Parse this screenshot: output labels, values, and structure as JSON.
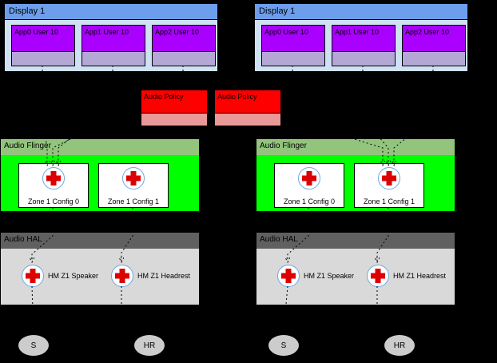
{
  "colors": {
    "background": "#000000",
    "display_header": "#6d9eeb",
    "display_body": "#cfe2f3",
    "app_primary": "#aa00ff",
    "app_secondary": "#b4a7d6",
    "policy_primary": "#ff0000",
    "policy_secondary": "#ea9999",
    "flinger_header": "#93c47d",
    "flinger_body": "#00ff00",
    "hal_header": "#606060",
    "hal_body": "#d9d9d9",
    "mixer_cross": "#dd0000",
    "mixer_ring": "#6fa8dc",
    "output_fill": "#cccccc"
  },
  "policies": [
    {
      "title": "Audio Policy"
    },
    {
      "title": "Audio Policy"
    }
  ],
  "columns": [
    {
      "display": {
        "title": "Display 1",
        "apps": [
          {
            "label": "App0 User 10"
          },
          {
            "label": "App1 User 10"
          },
          {
            "label": "App2 User 10"
          }
        ]
      },
      "audio_flinger": {
        "title": "Audio Flinger",
        "zones": [
          {
            "label": "Zone 1 Config 0"
          },
          {
            "label": "Zone 1 Config 1"
          }
        ]
      },
      "audio_hal": {
        "title": "Audio HAL",
        "devices": [
          {
            "label": "HM Z1 Speaker"
          },
          {
            "label": "HM Z1 Headrest"
          }
        ]
      },
      "outputs": [
        {
          "label": "S"
        },
        {
          "label": "HR"
        }
      ]
    },
    {
      "display": {
        "title": "Display 1",
        "apps": [
          {
            "label": "App0 User 10"
          },
          {
            "label": "App1 User 10"
          },
          {
            "label": "App2 User 10"
          }
        ]
      },
      "audio_flinger": {
        "title": "Audio Flinger",
        "zones": [
          {
            "label": "Zone 1 Config 0"
          },
          {
            "label": "Zone 1 Config 1"
          }
        ]
      },
      "audio_hal": {
        "title": "Audio HAL",
        "devices": [
          {
            "label": "HM Z1 Speaker"
          },
          {
            "label": "HM Z1 Headrest"
          }
        ]
      },
      "outputs": [
        {
          "label": "S"
        },
        {
          "label": "HR"
        }
      ]
    }
  ]
}
